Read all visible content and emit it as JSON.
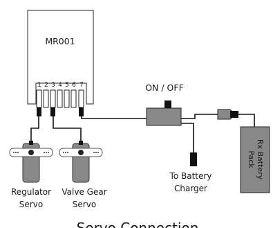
{
  "caption": "Servo Connection",
  "receiver": {
    "name": "MR001",
    "pins": [
      "1",
      "2",
      "3",
      "4",
      "5",
      "6",
      "7"
    ]
  },
  "switch": {
    "label": "ON / OFF"
  },
  "charger": {
    "line1": "To Battery",
    "line2": "Charger"
  },
  "battery": {
    "line1": "Rx Battery",
    "line2": "Pack"
  },
  "servos": [
    {
      "line1": "Regulator",
      "line2": "Servo"
    },
    {
      "line1": "Valve Gear",
      "line2": "Servo"
    }
  ],
  "colors": {
    "outline": "#222222",
    "wire": "#111111",
    "device_fill": "#888888",
    "connector": "#111111"
  }
}
